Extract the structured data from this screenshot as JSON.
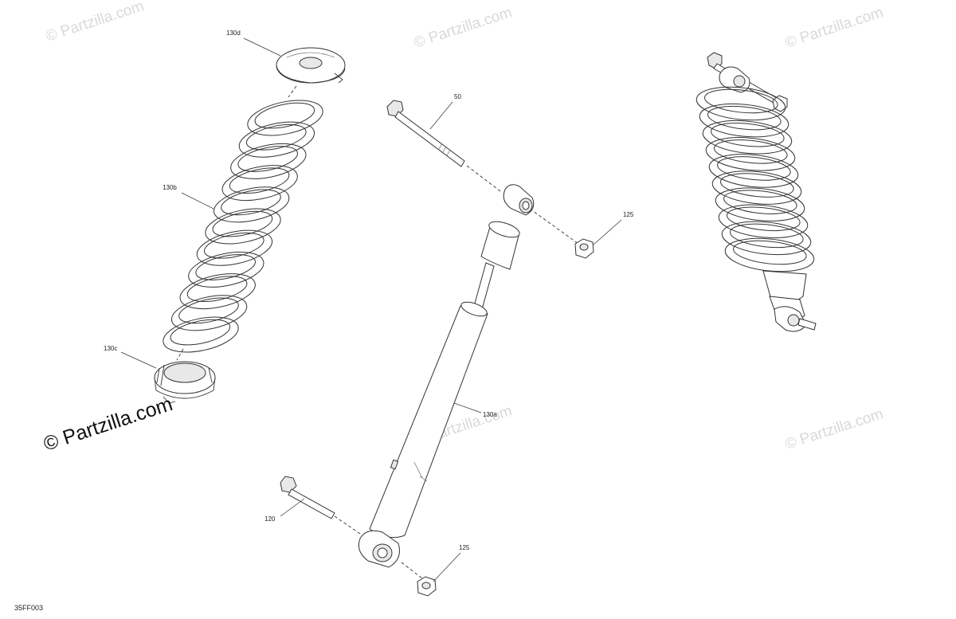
{
  "watermarks": {
    "text": "© Partzilla.com",
    "main_text": "© Partzilla.com"
  },
  "callouts": [
    {
      "id": "130d",
      "label": "130d"
    },
    {
      "id": "130b",
      "label": "130b"
    },
    {
      "id": "130c",
      "label": "130c"
    },
    {
      "id": "50",
      "label": "50"
    },
    {
      "id": "125-top",
      "label": "125"
    },
    {
      "id": "130a",
      "label": "130a"
    },
    {
      "id": "120",
      "label": "120"
    },
    {
      "id": "125-bottom",
      "label": "125"
    }
  ],
  "diagram_ref": "35FF003"
}
